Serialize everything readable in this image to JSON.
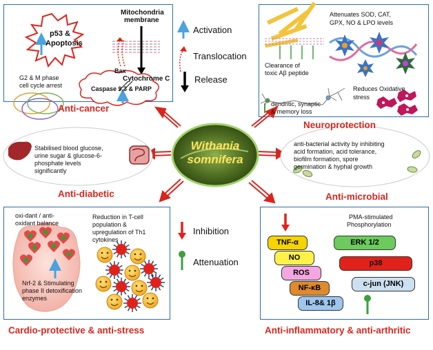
{
  "center": {
    "line1": "Withania",
    "line2": "somnifera"
  },
  "legend": {
    "activation": "Activation",
    "translocation": "Translocation",
    "release": "Release",
    "inhibition": "Inhibition",
    "attenuation": "Attenuation"
  },
  "anticancer": {
    "title": "Anti-cancer",
    "p53": "p53 &",
    "apoptosis": "Apoptosis",
    "mito": "Mitochondria",
    "membrane": "membrane",
    "bax": "Bax",
    "cytochrome": "Cytochrome C",
    "g2m1": "G2 & M phase",
    "g2m2": "cell cycle arrest",
    "caspase": "Caspase 9,3 & PARP"
  },
  "neuro": {
    "title": "Neuroprotection",
    "attenuates1": "Attenuates SOD, CAT,",
    "attenuates2": "GPX, NO & LPO levels",
    "clearance1": "Clearance of",
    "clearance2": "toxic Aβ peptide",
    "reduces1": "Reduces Oxidative",
    "reduces2": "stress",
    "dendritic1": "dendritic, synaptic",
    "dendritic2": "& memory loss"
  },
  "antidiabetic": {
    "title": "Anti-diabetic",
    "line1": "Stabilised blood glucose,",
    "line2": "urine sugar & glucose-6-",
    "line3": "phosphate levels",
    "line4": "significantly"
  },
  "antimicrobial": {
    "title": "Anti-microbial",
    "line1": "anti-bacterial activity by inhibiting",
    "line2": "acid formation, acid tolerance,",
    "line3": "biofilm formation, spore",
    "line4": "germination & hyphal growth"
  },
  "cardio": {
    "title": "Cardio-protective & anti-stress",
    "oxi1": "oxi-dant / anti-",
    "oxi2": "oxidant balance",
    "tcell1": "Reduction in T-cell",
    "tcell2": "population &",
    "tcell3": "upregulation of Th1",
    "tcell4": "cytokines",
    "nrf1": "Nrf-2 & Stimulating",
    "nrf2": "phase II detoxification",
    "nrf3": "enzymes"
  },
  "antiinflam": {
    "title": "Anti-inflammatory & anti-arthritic",
    "pma1": "PMA-stimulated",
    "pma2": "Phosphorylation",
    "tnf": "TNF-α",
    "no": "NO",
    "ros": "ROS",
    "nfkb": "NF-κB",
    "il": "IL-8& 1β",
    "erk": "ERK 1/2",
    "p38": "p38",
    "cjun": "c-jun (JNK)"
  },
  "colors": {
    "title_red": "#d7261e",
    "panel_border": "#2b6cb0",
    "center_text": "#ffe45c"
  }
}
